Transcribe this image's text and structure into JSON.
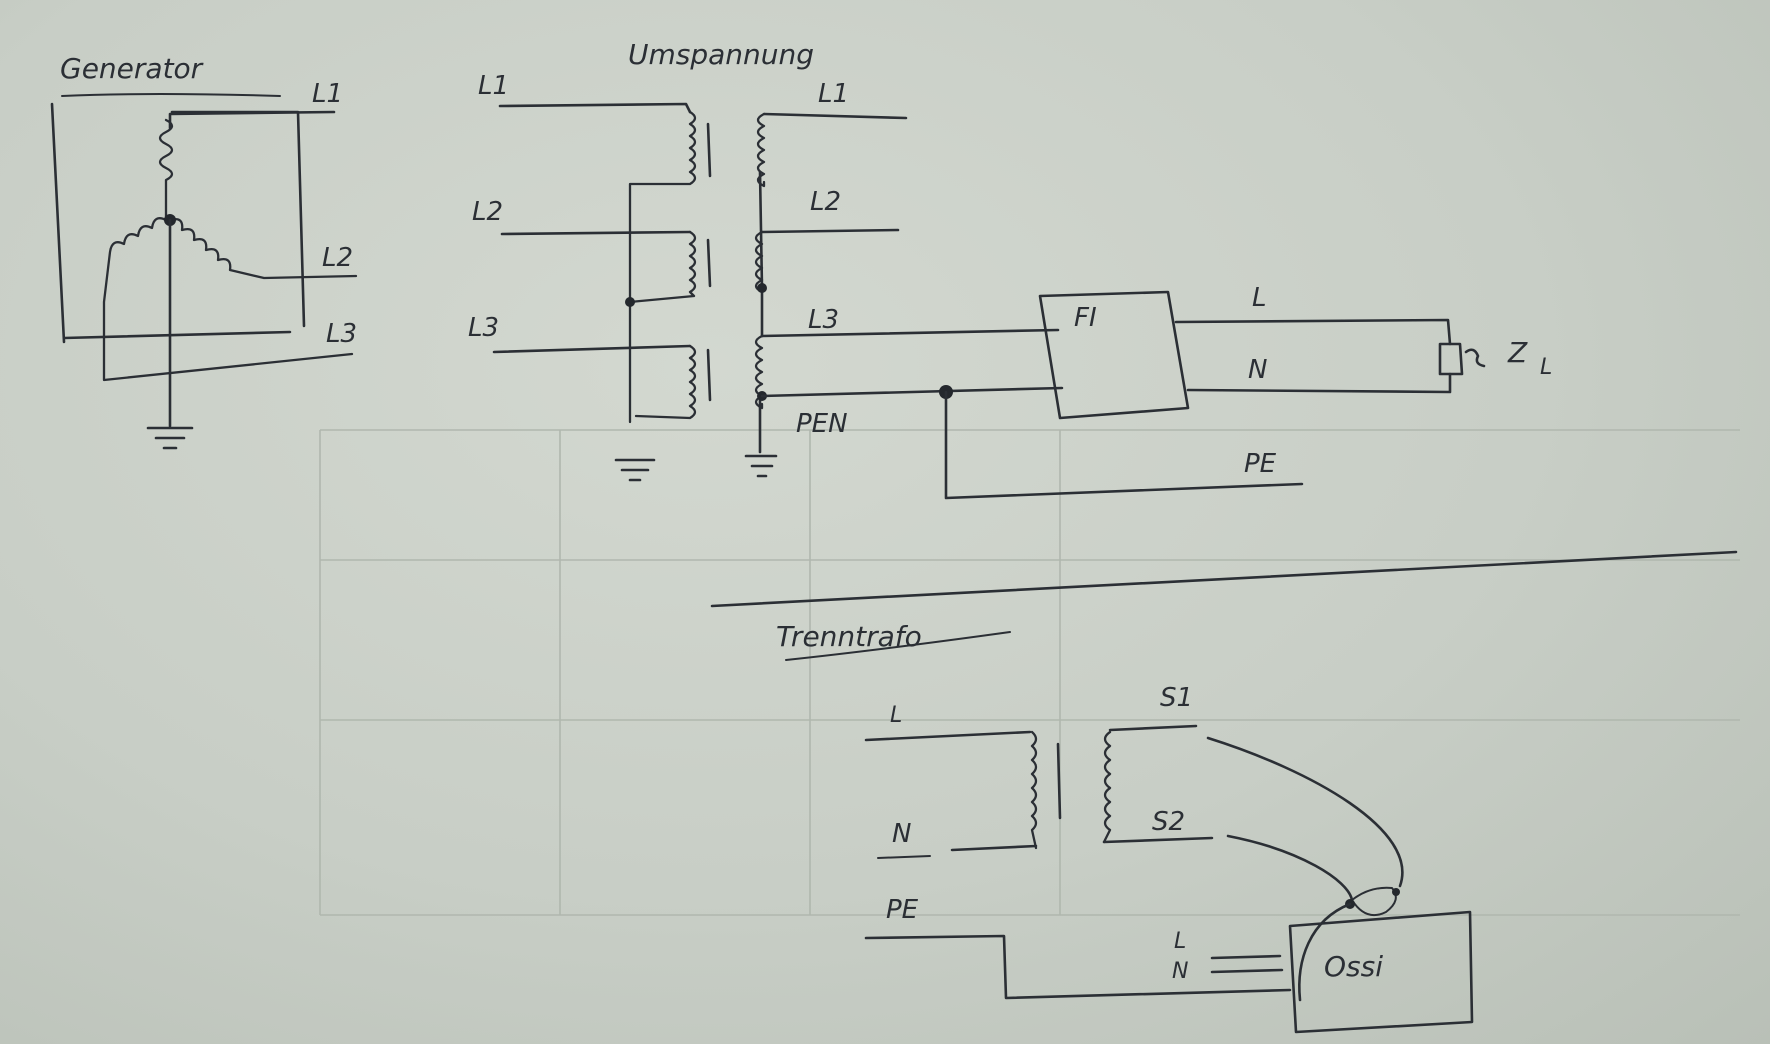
{
  "generator": {
    "title": "Generator",
    "phases": [
      "L1",
      "L2",
      "L3"
    ]
  },
  "transformer": {
    "title": "Umspannung",
    "primary": [
      "L1",
      "L2",
      "L3"
    ],
    "secondary": [
      "L1",
      "L2",
      "L3"
    ],
    "pen": "PEN"
  },
  "consumer": {
    "breaker": "FI",
    "line": "L",
    "neutral": "N",
    "earth": "PE",
    "load": "Z",
    "load_sub": "L"
  },
  "isolation": {
    "title": "Trenntrafo",
    "primary_l": "L",
    "primary_n": "N",
    "secondary_1": "S1",
    "secondary_2": "S2",
    "earth": "PE",
    "scope": "Ossi",
    "scope_l": "L",
    "scope_n": "N"
  }
}
